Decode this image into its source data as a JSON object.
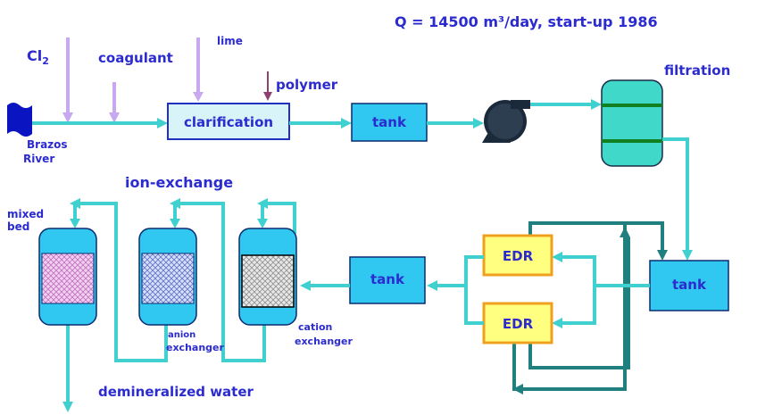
{
  "header": {
    "flow_line": "Q = 14500 m³/day, start-up 1986"
  },
  "chemicals": {
    "cl2": "Cl",
    "cl2_sub": "2",
    "coagulant": "coagulant",
    "lime": "lime",
    "polymer": "polymer"
  },
  "source": {
    "line1": "Brazos",
    "line2": "River"
  },
  "units": {
    "clarification": "clarification",
    "tank1": "tank",
    "filtration": "filtration",
    "tank3": "tank",
    "edr_top": "EDR",
    "edr_bottom": "EDR",
    "tank2": "tank"
  },
  "ion_exchange": {
    "title": "ion-exchange",
    "mixed_bed_l1": "mixed",
    "mixed_bed_l2": "bed",
    "anion_l1": "anion",
    "anion_l2": "exchanger",
    "cation_l1": "cation",
    "cation_l2": "exchanger"
  },
  "output": {
    "label": "demineralized water"
  },
  "colors": {
    "flow_line": "#40d0d0",
    "recycle_line": "#208080",
    "chem_arrow": "#c8a8f0",
    "polymer_arrow": "#904070",
    "label_text": "#2b2bd0",
    "tank_fill": "#30c8f0",
    "edr_fill": "#ffff80",
    "edr_border": "#f0a020"
  }
}
